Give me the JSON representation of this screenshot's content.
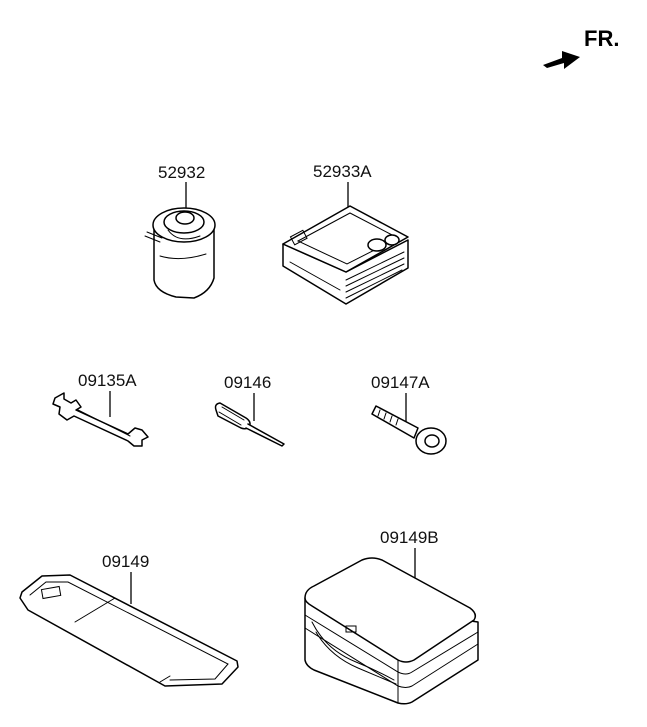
{
  "direction": {
    "label": "FR.",
    "icon": "arrow-forward-icon"
  },
  "parts": [
    {
      "id": "52932",
      "label": "52932",
      "icon": "tire-sealant-bottle-icon"
    },
    {
      "id": "52933A",
      "label": "52933A",
      "icon": "air-compressor-icon"
    },
    {
      "id": "09135A",
      "label": "09135A",
      "icon": "wrench-icon"
    },
    {
      "id": "09146",
      "label": "09146",
      "icon": "screwdriver-icon"
    },
    {
      "id": "09147A",
      "label": "09147A",
      "icon": "towing-hook-icon"
    },
    {
      "id": "09149",
      "label": "09149",
      "icon": "tool-pouch-icon"
    },
    {
      "id": "09149B",
      "label": "09149B",
      "icon": "tool-case-icon"
    }
  ]
}
